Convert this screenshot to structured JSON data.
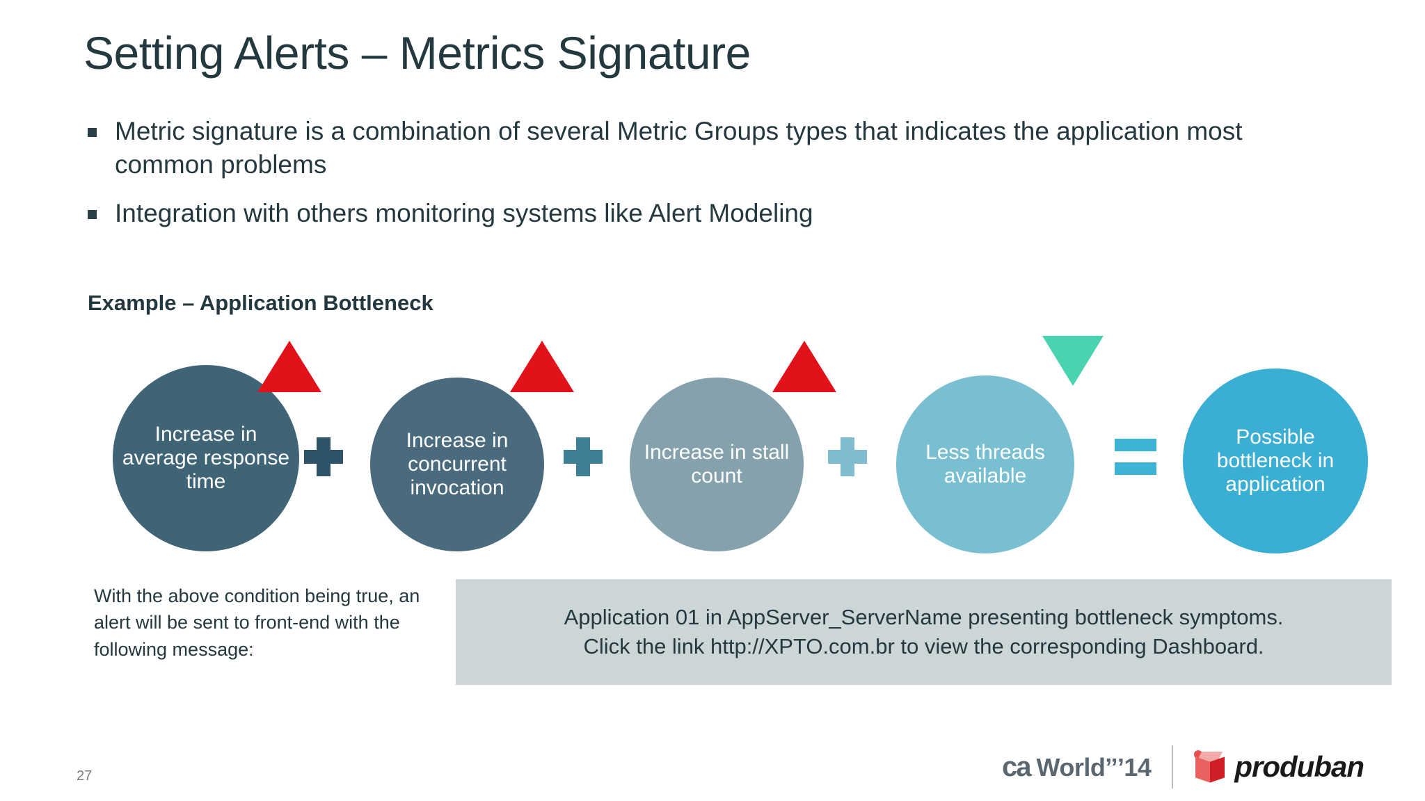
{
  "slide": {
    "title": "Setting Alerts – Metrics Signature",
    "page_number": "27",
    "background_color": "#ffffff",
    "title_color": "#24383f"
  },
  "bullets": [
    {
      "text": "Metric signature is a combination of several Metric Groups types that indicates the application most common problems"
    },
    {
      "text": "Integration with others monitoring systems like Alert Modeling"
    }
  ],
  "example": {
    "heading": "Example – Application Bottleneck"
  },
  "diagram": {
    "nodes": [
      {
        "label": "Increase in average response time",
        "color": "#3e6475",
        "indicator": "red-up-triangle"
      },
      {
        "label": "Increase in concurrent invocation",
        "color": "#4a6a7d",
        "indicator": "red-up-triangle"
      },
      {
        "label": "Increase in stall count",
        "color": "#85a2ac",
        "indicator": "red-up-triangle"
      },
      {
        "label": "Less threads available",
        "color": "#78bfd1",
        "indicator": "teal-down-triangle"
      },
      {
        "label": "Possible bottleneck in application",
        "color": "#3aaed3",
        "indicator": "none"
      }
    ],
    "operators": [
      {
        "symbol": "+",
        "color": "#2d5468"
      },
      {
        "symbol": "+",
        "color": "#3d7f95"
      },
      {
        "symbol": "+",
        "color": "#7fbcd0"
      },
      {
        "symbol": "=",
        "color": "#3fb3d6"
      }
    ],
    "indicator_colors": {
      "increase": "#e2121a",
      "decrease": "#4ad3b0"
    }
  },
  "note": {
    "text": "With the above condition being true, an alert will be sent to front-end with the following message:"
  },
  "message": {
    "line1": "Application 01 in AppServer_ServerName  presenting bottleneck symptoms.",
    "line2": "Click the link  http://XPTO.com.br to view the corresponding Dashboard.",
    "background_color": "#ccd6d6"
  },
  "footer": {
    "ca_mark": "ca",
    "ca_world": "Worldˮ’14",
    "produban": "produban"
  }
}
